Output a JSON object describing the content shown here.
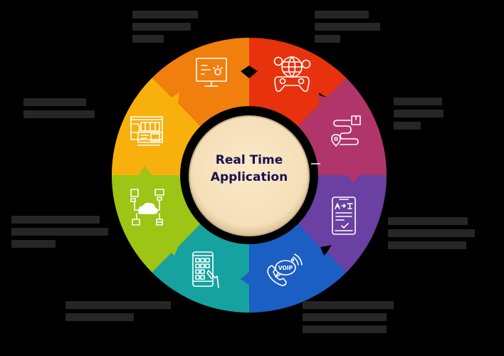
{
  "diagram": {
    "type": "circular-cycle",
    "background_color": "#000000",
    "center": {
      "title_line1": "Real Time",
      "title_line2": "Application",
      "fill_color": "#f6e2bd",
      "text_color": "#1a1050"
    },
    "segments": [
      {
        "id": "orange",
        "color": "#f07f0c",
        "icon": "monitor-dashboard-icon",
        "label": ""
      },
      {
        "id": "red",
        "color": "#e8310e",
        "icon": "multiplayer-game-controller-globe-icon",
        "label": ""
      },
      {
        "id": "magenta",
        "color": "#b0356a",
        "icon": "delivery-tracking-route-icon",
        "label": ""
      },
      {
        "id": "purple",
        "color": "#6a3fa3",
        "icon": "translation-document-icon",
        "label": ""
      },
      {
        "id": "blue",
        "color": "#1d5fc4",
        "icon": "voip-phone-icon",
        "label": ""
      },
      {
        "id": "teal",
        "color": "#15a3a0",
        "icon": "mobile-keypad-hand-icon",
        "label": ""
      },
      {
        "id": "green",
        "color": "#9cc512",
        "icon": "cloud-network-icon",
        "label": ""
      },
      {
        "id": "yellow",
        "color": "#f8b00a",
        "icon": "web-dashboard-layout-icon",
        "label": ""
      }
    ],
    "labels_note": "Surrounding text labels are illegible (blurred dark text on black)"
  }
}
